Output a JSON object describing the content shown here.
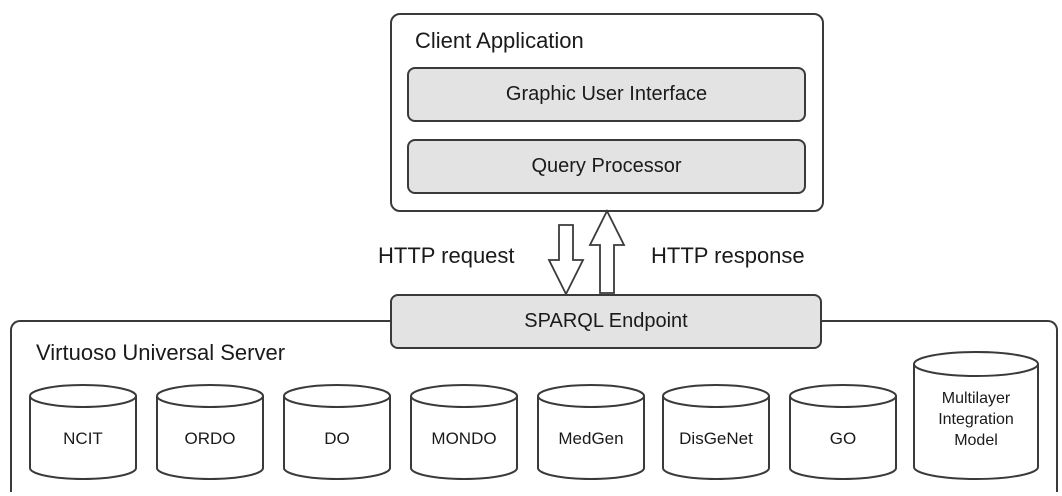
{
  "client": {
    "title": "Client Application",
    "gui": "Graphic User Interface",
    "query_processor": "Query Processor"
  },
  "transport": {
    "request": "HTTP request",
    "response": "HTTP response"
  },
  "endpoint": "SPARQL Endpoint",
  "server": {
    "title": "Virtuoso Universal Server",
    "databases": [
      "NCIT",
      "ORDO",
      "DO",
      "MONDO",
      "MedGen",
      "DisGeNet",
      "GO"
    ],
    "integration_model": "Multilayer\nIntegration\nModel"
  }
}
